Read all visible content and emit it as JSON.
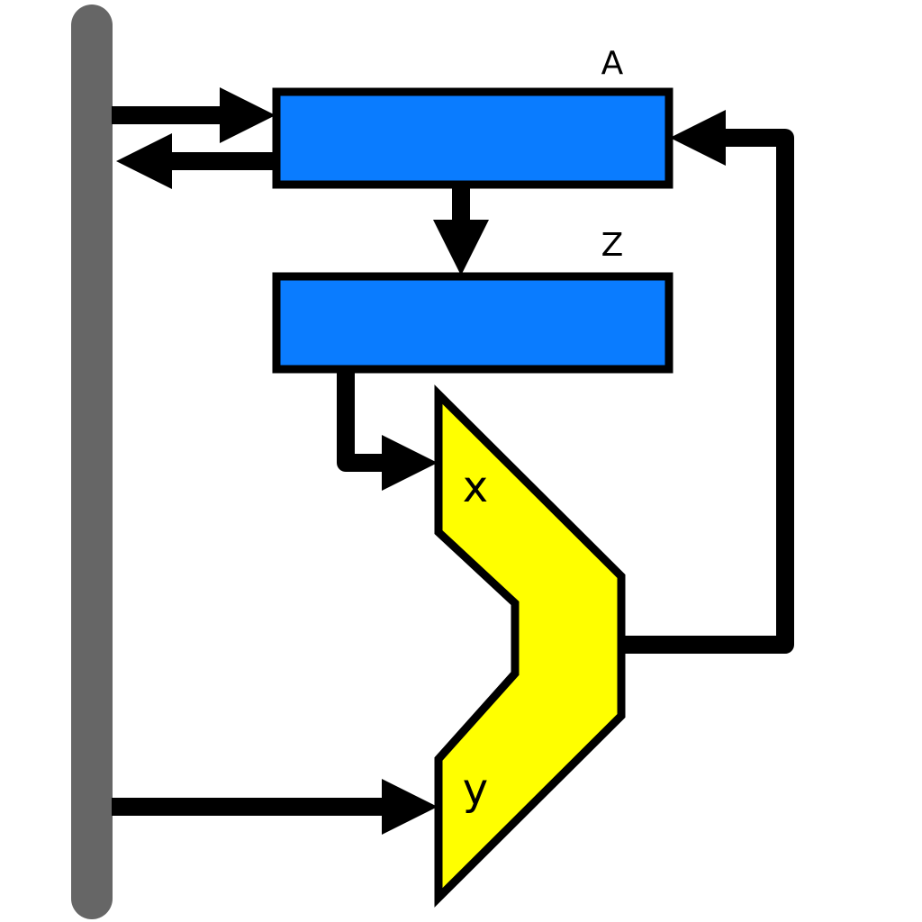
{
  "labels": {
    "register_a": "A",
    "register_z": "Z",
    "alu_input_x": "x",
    "alu_input_y": "y"
  },
  "colors": {
    "register": "#0a7cff",
    "alu": "#ffff00",
    "bus": "#666666"
  }
}
